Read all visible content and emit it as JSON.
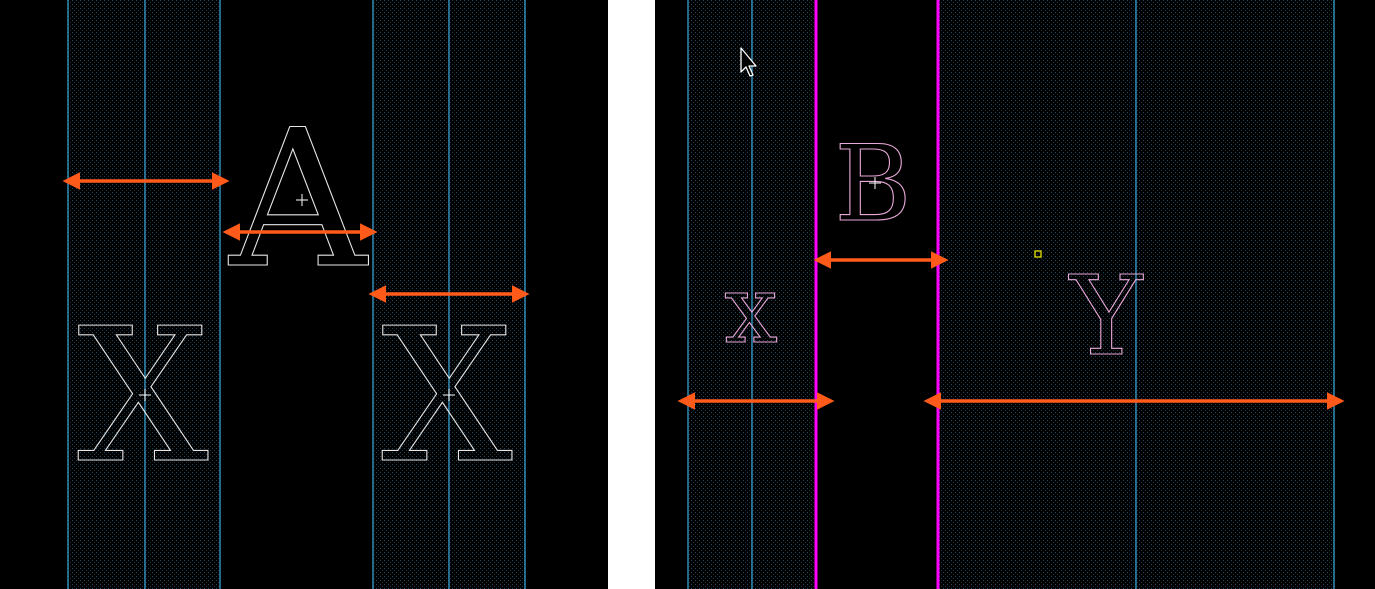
{
  "colors": {
    "panel_bg": "#000000",
    "grid_dot": "#1f4a66",
    "guide_line": "#3aa0d0",
    "margin_line": "#ff00ff",
    "arrow": "#ff5a1a",
    "glyph_left": "#e8e8e8",
    "glyph_right": "#e8a8d8",
    "anchor": "#e8e800"
  },
  "left_panel": {
    "glyph_a": "A",
    "glyph_x_left": "X",
    "glyph_x_right": "X"
  },
  "right_panel": {
    "glyph_b": "B",
    "glyph_x": "x",
    "glyph_y": "Y"
  },
  "icons": {
    "cursor": "mouse-pointer-icon",
    "anchor": "anchor-point-icon"
  }
}
